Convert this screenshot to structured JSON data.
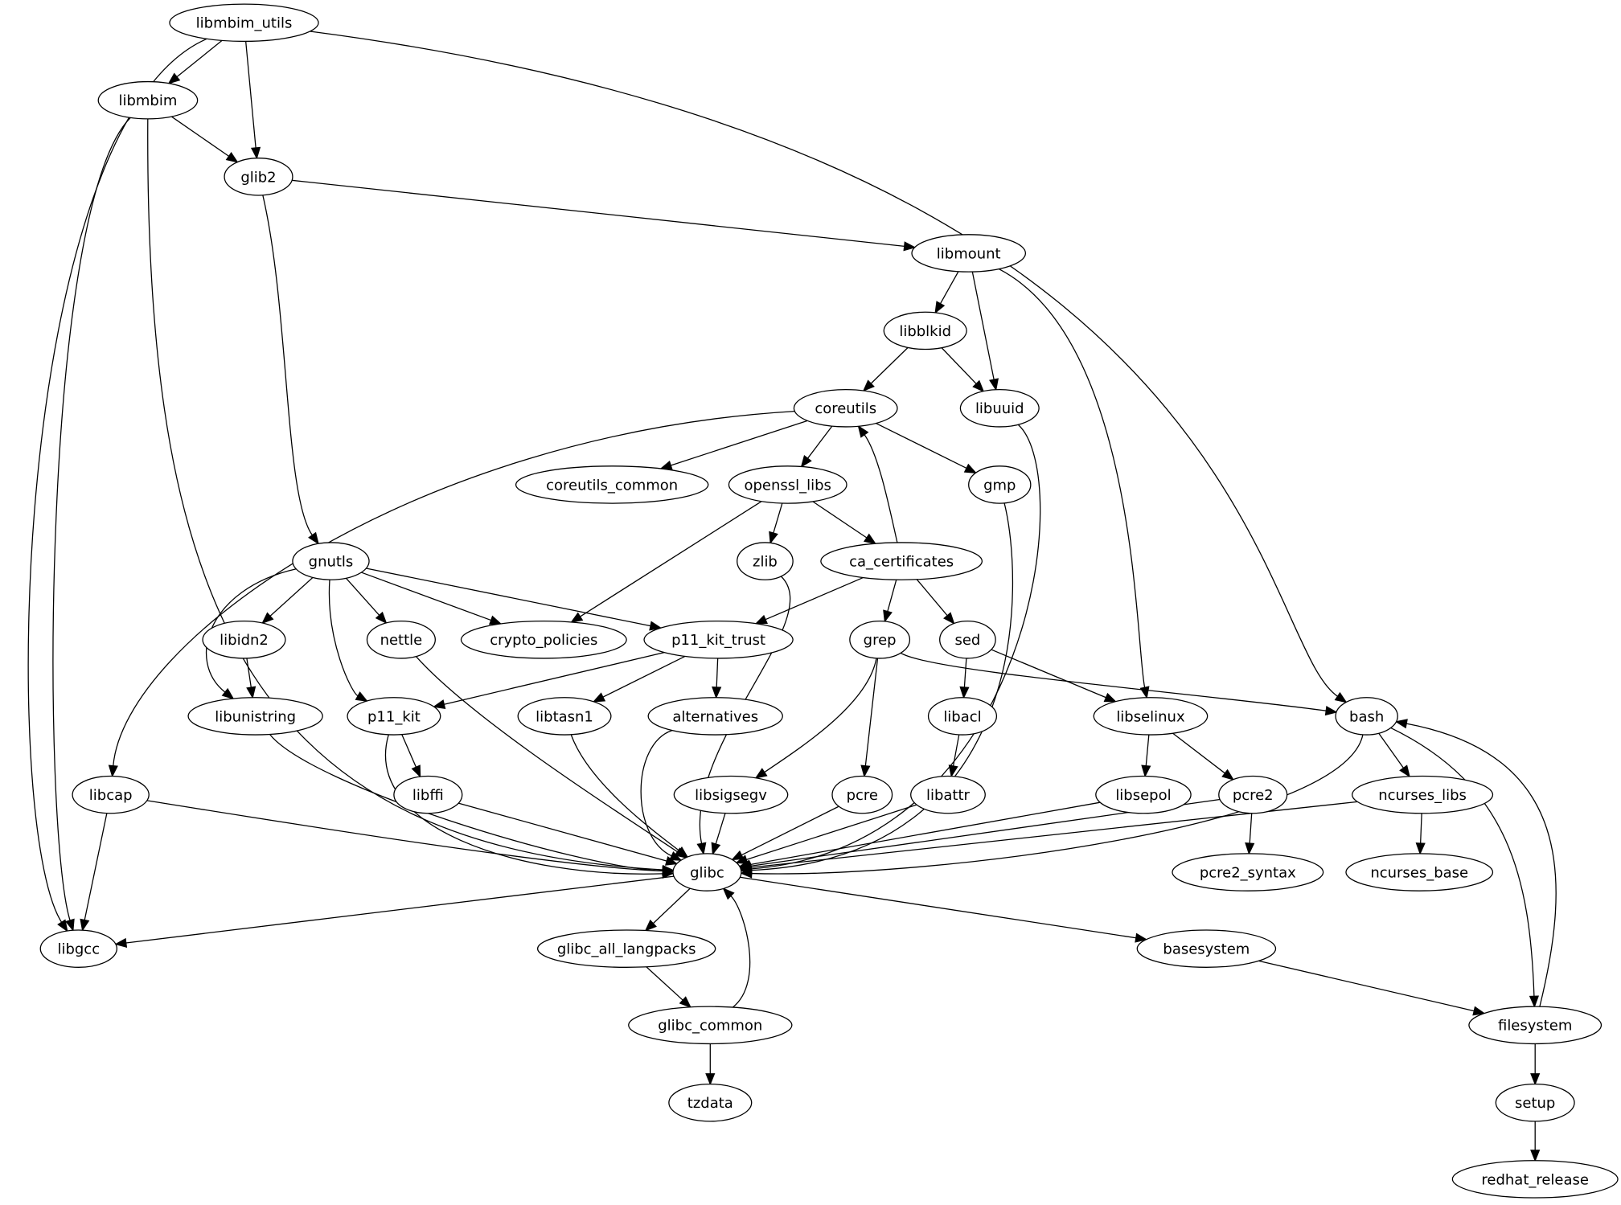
{
  "graph": {
    "nodes": [
      "libmbim_utils",
      "libmbim",
      "glib2",
      "libmount",
      "libblkid",
      "libuuid",
      "coreutils",
      "coreutils_common",
      "openssl_libs",
      "gmp",
      "zlib",
      "ca_certificates",
      "gnutls",
      "libidn2",
      "nettle",
      "crypto_policies",
      "p11_kit_trust",
      "grep",
      "sed",
      "libunistring",
      "p11_kit",
      "libtasn1",
      "alternatives",
      "libacl",
      "libselinux",
      "bash",
      "libcap",
      "libffi",
      "libsigsegv",
      "pcre",
      "libattr",
      "libsepol",
      "pcre2",
      "ncurses_libs",
      "glibc",
      "pcre2_syntax",
      "ncurses_base",
      "libgcc",
      "glibc_all_langpacks",
      "basesystem",
      "glibc_common",
      "filesystem",
      "tzdata",
      "setup",
      "redhat_release"
    ],
    "edges": [
      [
        "libmbim_utils",
        "libmbim"
      ],
      [
        "libmbim_utils",
        "glib2"
      ],
      [
        "libmbim_utils",
        "libgcc"
      ],
      [
        "libmbim_utils",
        "bash"
      ],
      [
        "libmbim",
        "glib2"
      ],
      [
        "libmbim",
        "libgcc"
      ],
      [
        "libmbim",
        "glibc"
      ],
      [
        "glib2",
        "libmount"
      ],
      [
        "glib2",
        "gnutls"
      ],
      [
        "libmount",
        "libblkid"
      ],
      [
        "libmount",
        "libuuid"
      ],
      [
        "libmount",
        "libselinux"
      ],
      [
        "libblkid",
        "coreutils"
      ],
      [
        "libblkid",
        "libuuid"
      ],
      [
        "libuuid",
        "glibc"
      ],
      [
        "coreutils",
        "coreutils_common"
      ],
      [
        "coreutils",
        "openssl_libs"
      ],
      [
        "coreutils",
        "gmp"
      ],
      [
        "coreutils",
        "libcap"
      ],
      [
        "openssl_libs",
        "zlib"
      ],
      [
        "openssl_libs",
        "ca_certificates"
      ],
      [
        "openssl_libs",
        "crypto_policies"
      ],
      [
        "gmp",
        "glibc"
      ],
      [
        "zlib",
        "glibc"
      ],
      [
        "ca_certificates",
        "coreutils"
      ],
      [
        "ca_certificates",
        "p11_kit_trust"
      ],
      [
        "ca_certificates",
        "grep"
      ],
      [
        "ca_certificates",
        "sed"
      ],
      [
        "gnutls",
        "libidn2"
      ],
      [
        "gnutls",
        "libunistring"
      ],
      [
        "gnutls",
        "p11_kit"
      ],
      [
        "gnutls",
        "nettle"
      ],
      [
        "gnutls",
        "crypto_policies"
      ],
      [
        "gnutls",
        "p11_kit_trust"
      ],
      [
        "libidn2",
        "libunistring"
      ],
      [
        "nettle",
        "glibc"
      ],
      [
        "p11_kit_trust",
        "p11_kit"
      ],
      [
        "p11_kit_trust",
        "libtasn1"
      ],
      [
        "p11_kit_trust",
        "alternatives"
      ],
      [
        "grep",
        "bash"
      ],
      [
        "grep",
        "libsigsegv"
      ],
      [
        "grep",
        "pcre"
      ],
      [
        "sed",
        "libacl"
      ],
      [
        "sed",
        "libselinux"
      ],
      [
        "libunistring",
        "glibc"
      ],
      [
        "p11_kit",
        "libffi"
      ],
      [
        "p11_kit",
        "glibc"
      ],
      [
        "libtasn1",
        "glibc"
      ],
      [
        "alternatives",
        "glibc"
      ],
      [
        "libacl",
        "libattr"
      ],
      [
        "libselinux",
        "libsepol"
      ],
      [
        "libselinux",
        "pcre2"
      ],
      [
        "bash",
        "ncurses_libs"
      ],
      [
        "bash",
        "glibc"
      ],
      [
        "bash",
        "filesystem"
      ],
      [
        "libcap",
        "libgcc"
      ],
      [
        "libcap",
        "glibc"
      ],
      [
        "libffi",
        "glibc"
      ],
      [
        "libsigsegv",
        "glibc"
      ],
      [
        "pcre",
        "glibc"
      ],
      [
        "libattr",
        "glibc"
      ],
      [
        "libsepol",
        "glibc"
      ],
      [
        "pcre2",
        "glibc"
      ],
      [
        "pcre2",
        "pcre2_syntax"
      ],
      [
        "ncurses_libs",
        "glibc"
      ],
      [
        "ncurses_libs",
        "ncurses_base"
      ],
      [
        "glibc",
        "libgcc"
      ],
      [
        "glibc",
        "glibc_all_langpacks"
      ],
      [
        "glibc",
        "basesystem"
      ],
      [
        "glibc_all_langpacks",
        "glibc_common"
      ],
      [
        "glibc_common",
        "glibc"
      ],
      [
        "glibc_common",
        "tzdata"
      ],
      [
        "basesystem",
        "filesystem"
      ],
      [
        "filesystem",
        "bash"
      ],
      [
        "filesystem",
        "setup"
      ],
      [
        "setup",
        "redhat_release"
      ]
    ]
  }
}
